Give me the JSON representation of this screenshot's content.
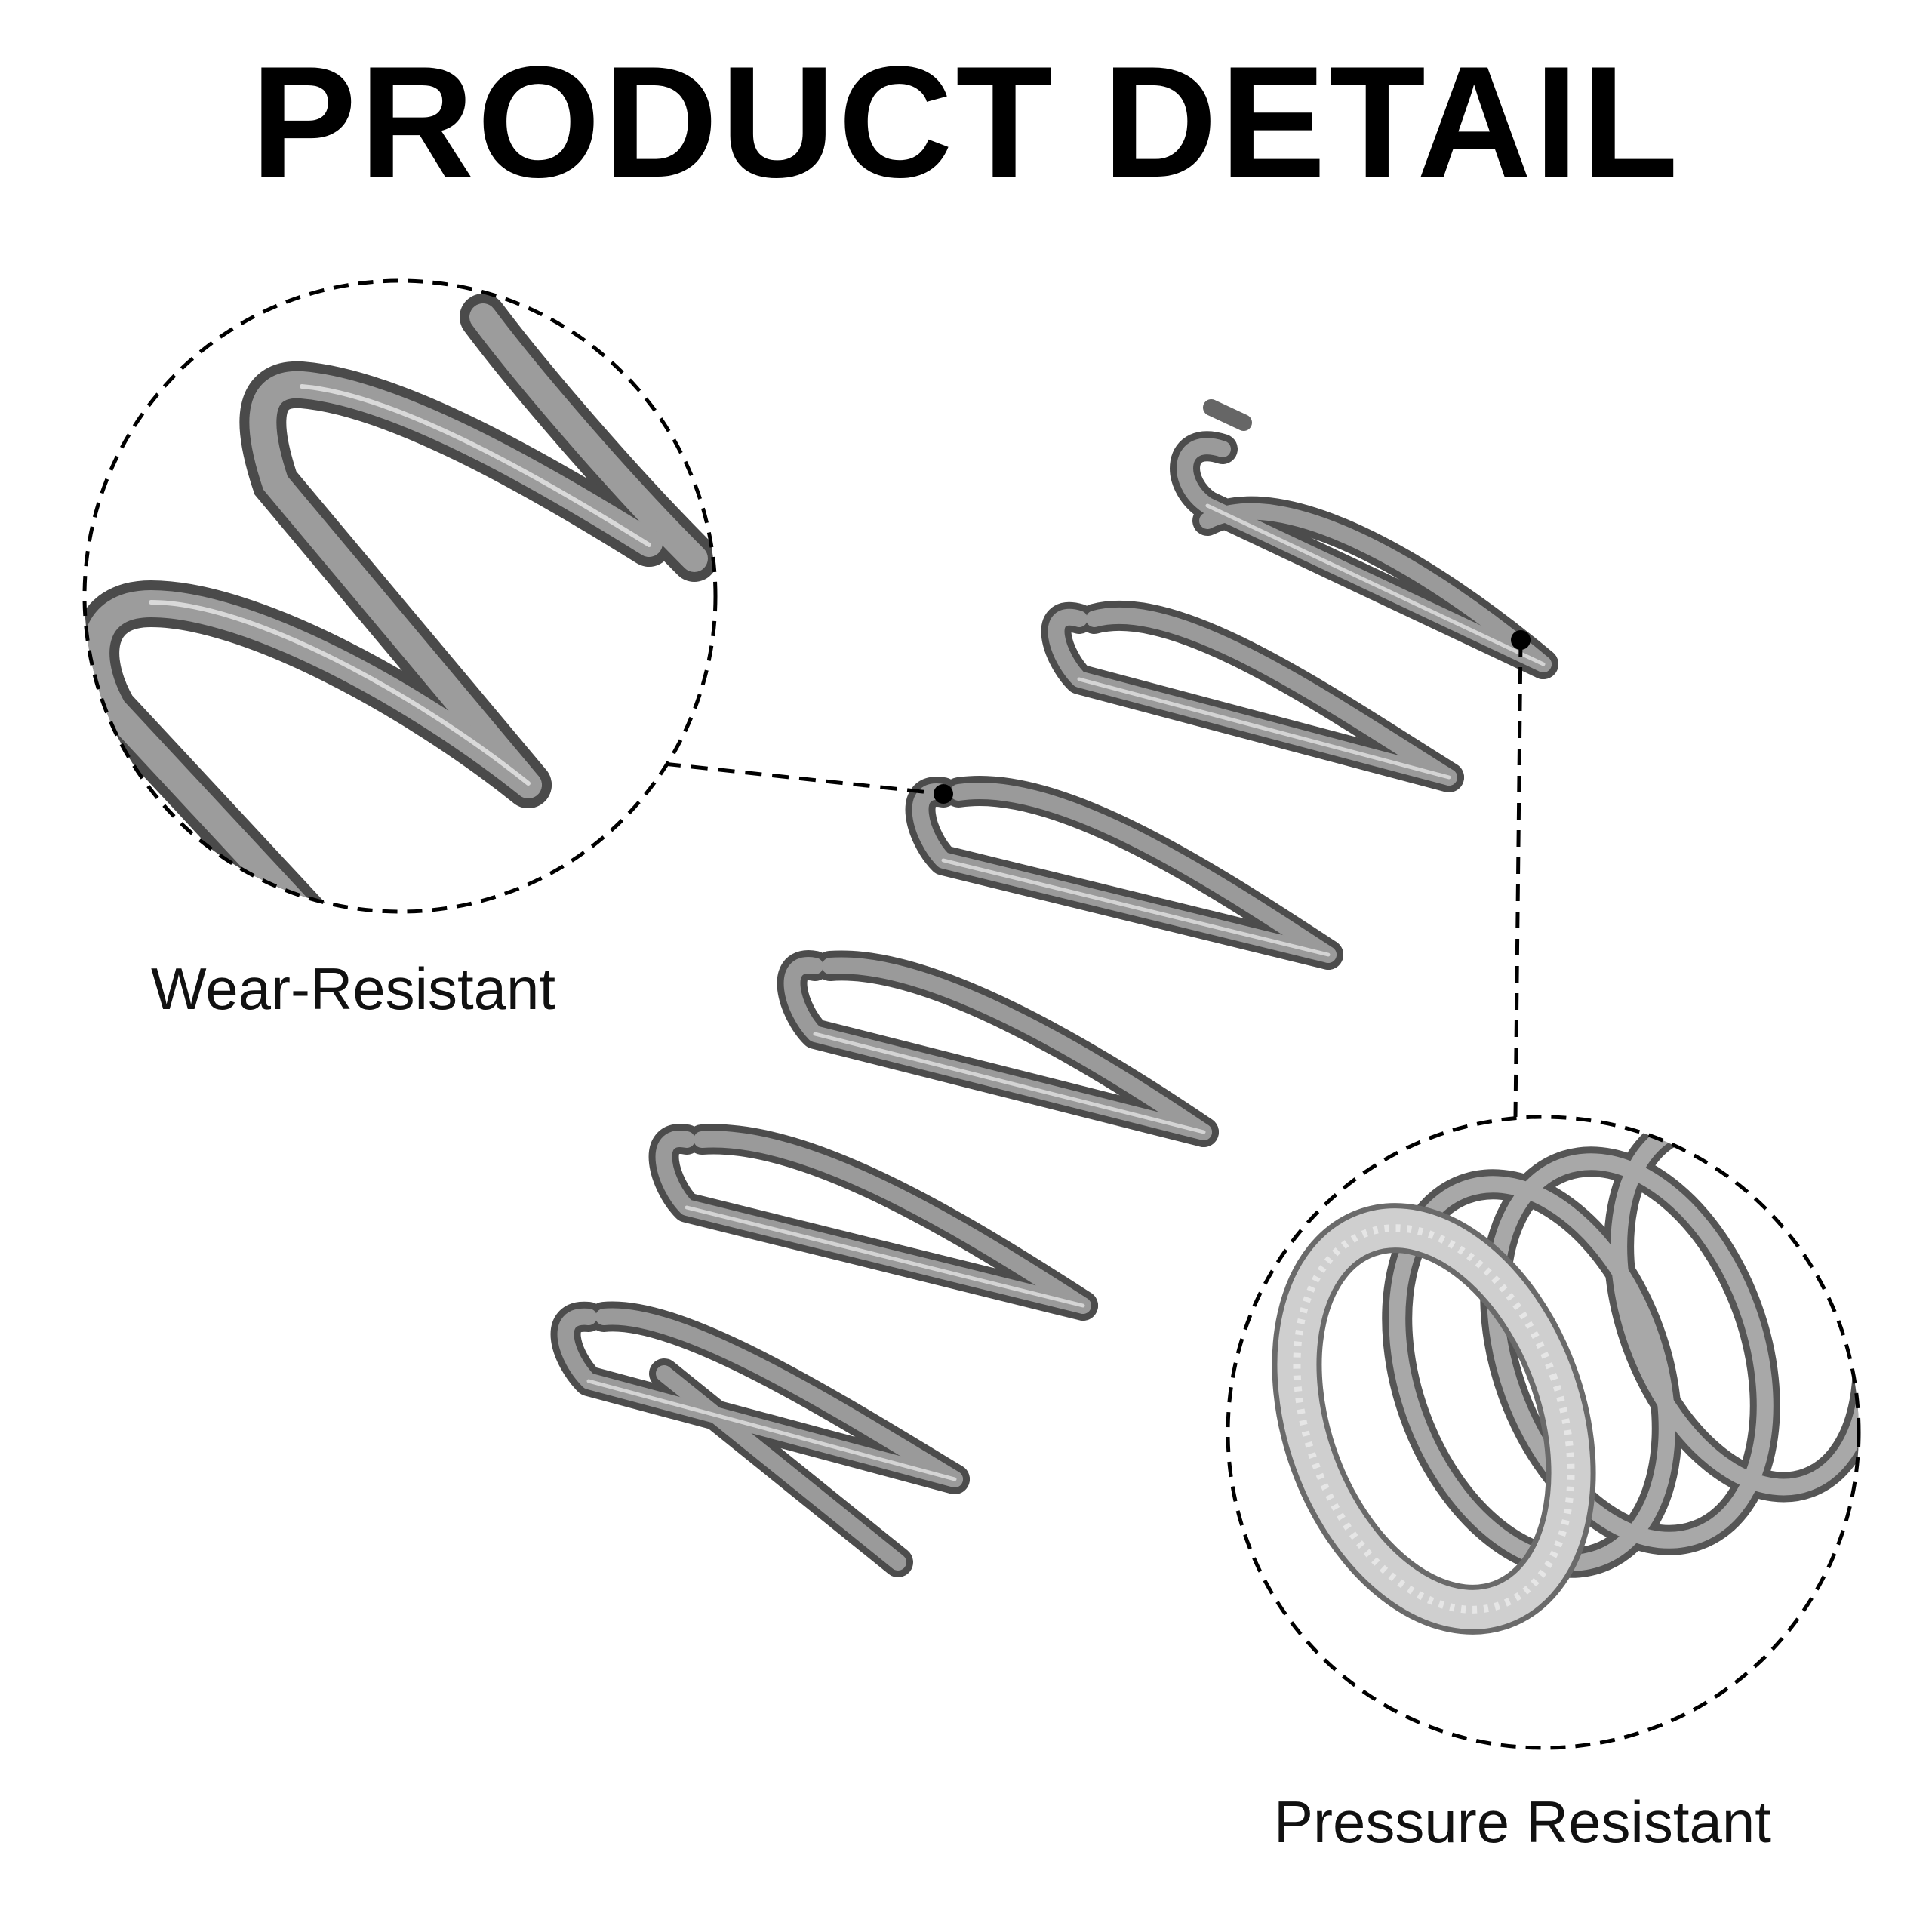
{
  "page": {
    "title": "PRODUCT DETAIL"
  },
  "callouts": {
    "left": {
      "label": "Wear-Resistant"
    },
    "right": {
      "label": "Pressure Resistant"
    }
  },
  "colors": {
    "wire": "#777777",
    "wire_dark": "#4a4a4a",
    "wire_light": "#bdbdbd",
    "line": "#000000"
  }
}
